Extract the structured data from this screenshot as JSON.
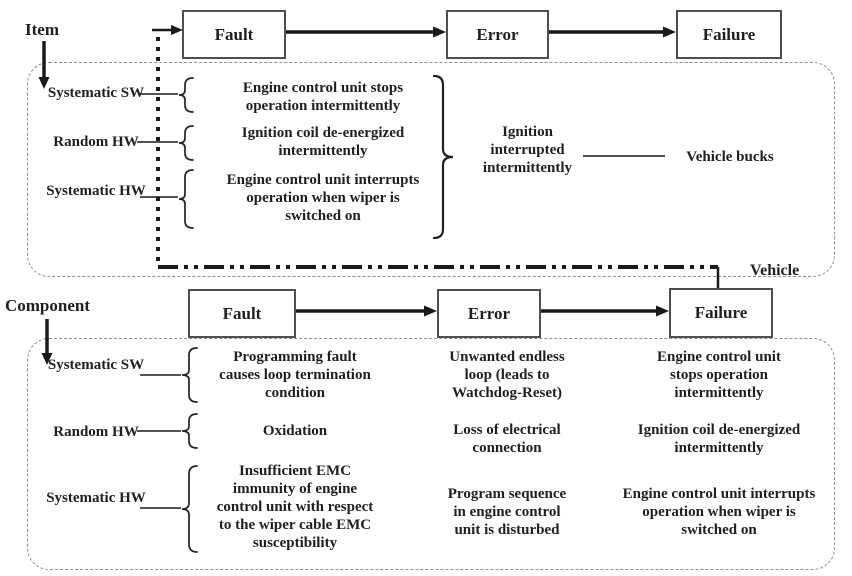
{
  "item_level": {
    "scope_label": "Item",
    "boundary_label": "Vehicle",
    "chain": {
      "fault": "Fault",
      "error": "Error",
      "failure": "Failure"
    },
    "rows": [
      {
        "category": "Systematic SW",
        "fault": "Engine control unit stops\noperation intermittently"
      },
      {
        "category": "Random HW",
        "fault": "Ignition coil de-energized\nintermittently"
      },
      {
        "category": "Systematic HW",
        "fault": "Engine control unit interrupts\noperation when wiper is\nswitched on"
      }
    ],
    "error": "Ignition\ninterrupted\nintermittently",
    "failure": "Vehicle bucks"
  },
  "component_level": {
    "scope_label": "Component",
    "chain": {
      "fault": "Fault",
      "error": "Error",
      "failure": "Failure"
    },
    "rows": [
      {
        "category": "Systematic SW",
        "fault": "Programming fault\ncauses loop termination\ncondition",
        "error": "Unwanted endless\nloop (leads to\nWatchdog-Reset)",
        "failure": "Engine control unit\nstops operation\nintermittently"
      },
      {
        "category": "Random HW",
        "fault": "Oxidation",
        "error": "Loss of electrical\nconnection",
        "failure": "Ignition coil de-energized\nintermittently"
      },
      {
        "category": "Systematic HW",
        "fault": "Insufficient EMC\nimmunity of engine\ncontrol unit with respect\nto the wiper cable EMC\nsusceptibility",
        "error": "Program sequence\nin engine control\nunit is disturbed",
        "failure": "Engine control unit interrupts\noperation when wiper is\nswitched on"
      }
    ]
  },
  "colors": {
    "line": "#1a1a1a",
    "box_border": "#4f4f4f",
    "dashed_border": "#8f8f8f",
    "text": "#1f1f1f",
    "background": "#ffffff"
  }
}
